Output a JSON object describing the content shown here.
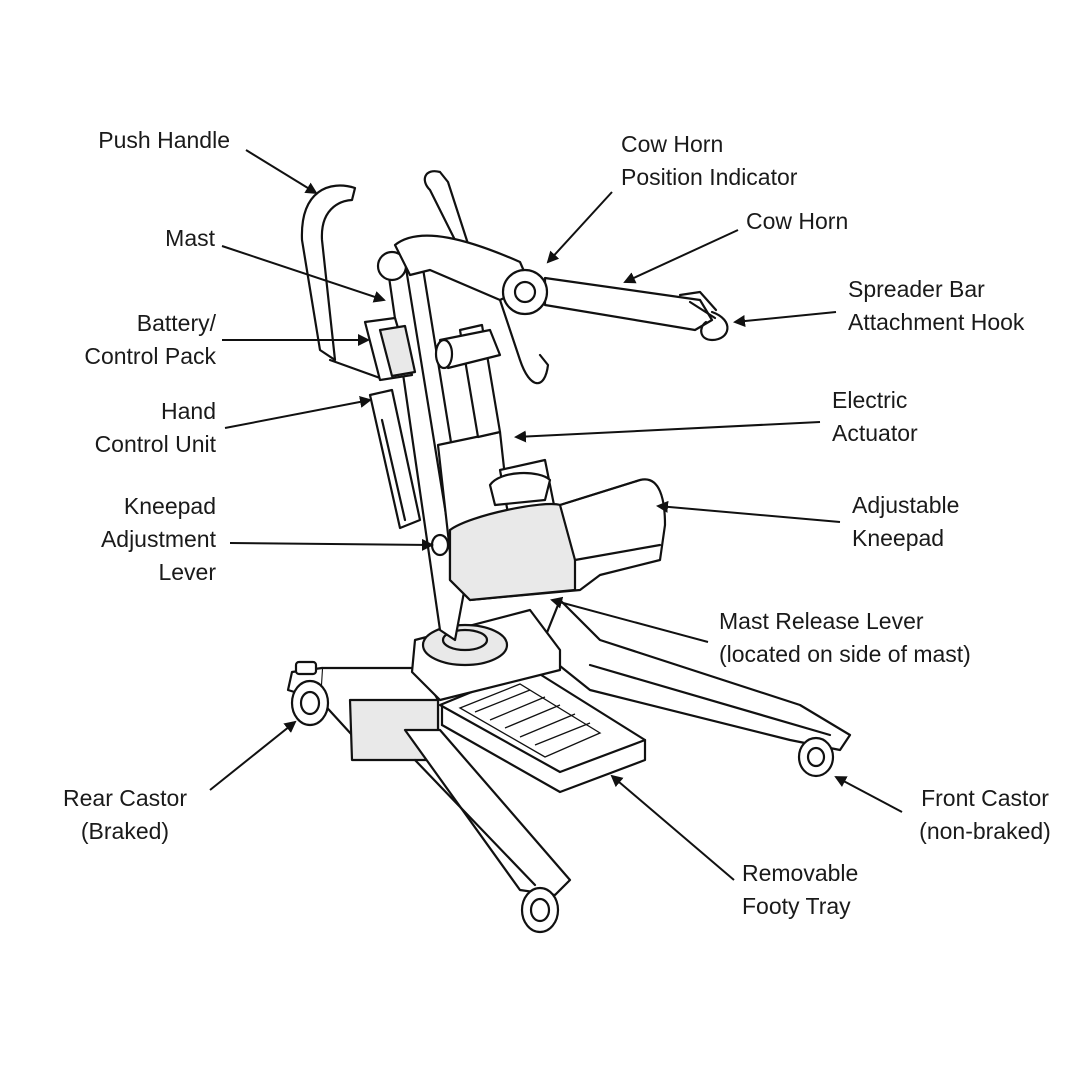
{
  "labels": {
    "push_handle": [
      "Push Handle"
    ],
    "mast": [
      "Mast"
    ],
    "battery": [
      "Battery/",
      "Control Pack"
    ],
    "hand_control": [
      "Hand",
      "Control Unit"
    ],
    "kneepad_lever": [
      "Kneepad",
      "Adjustment",
      "Lever"
    ],
    "rear_castor": [
      "Rear Castor",
      "(Braked)"
    ],
    "cow_horn_indicator": [
      "Cow Horn",
      "Position Indicator"
    ],
    "cow_horn": [
      "Cow Horn"
    ],
    "spreader_hook": [
      "Spreader Bar",
      "Attachment Hook"
    ],
    "electric_actuator": [
      "Electric",
      "Actuator"
    ],
    "adjustable_kneepad": [
      "Adjustable",
      "Kneepad"
    ],
    "mast_release": [
      "Mast Release Lever",
      "(located on side of mast)"
    ],
    "front_castor": [
      "Front Castor",
      "(non-braked)"
    ],
    "footy_tray": [
      "Removable",
      "Footy Tray"
    ]
  }
}
